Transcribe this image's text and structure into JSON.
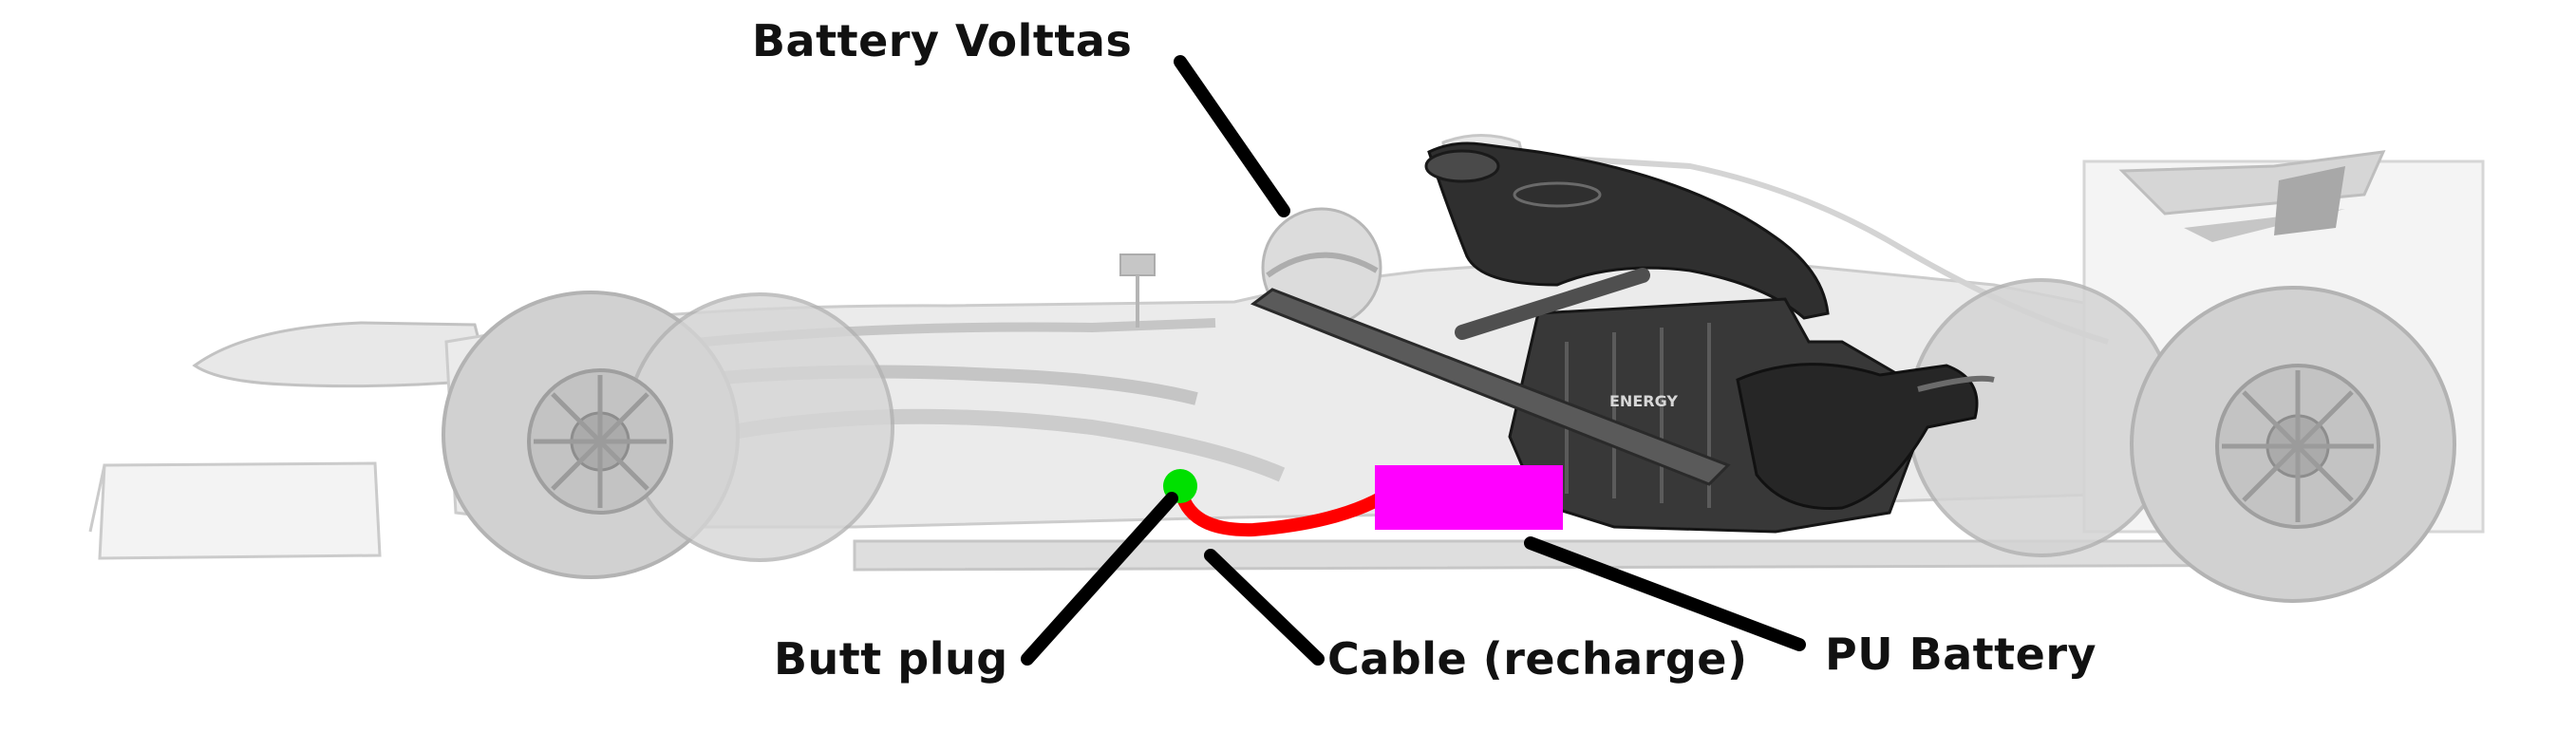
{
  "diagram": {
    "labels": {
      "battery_volttas": "Battery Volttas",
      "butt_plug": "Butt plug",
      "cable": "Cable (recharge)",
      "pu_battery": "PU Battery"
    },
    "graphic": {
      "engine_text": "ENERGY"
    },
    "colors": {
      "car_body": "#c9c9c9",
      "car_outline": "#a8a8a8",
      "engine": "#2e2e2e",
      "cable": "#ff0000",
      "plug": "#00e000",
      "battery": "#ff00ff",
      "pointer": "#000000",
      "label_text": "#111111"
    }
  }
}
